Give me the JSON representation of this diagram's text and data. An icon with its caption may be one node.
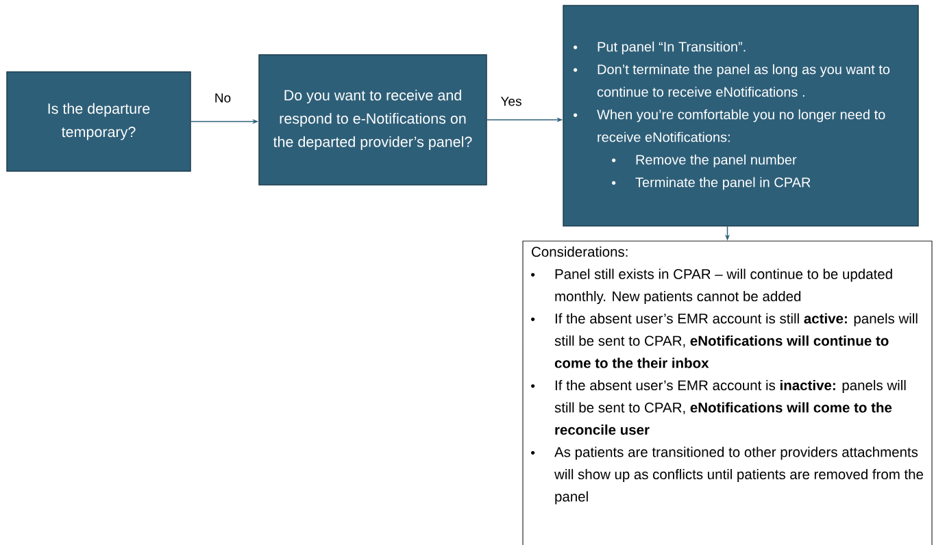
{
  "diagram": {
    "nodes": [
      {
        "text": [
          "Is the departure temporary?"
        ]
      },
      {
        "text": [
          "Do you want to receive and respond to e-Notifications on the departed provider’s panel?"
        ]
      },
      {
        "text": [
          "Put panel “In Transition”.",
          "Don’t terminate the panel as long as you want to continue to receive eNotifications .",
          "When you’re comfortable you no longer need to receive eNotifications:",
          "Remove the panel number",
          "Terminate the panel in CPAR"
        ]
      },
      {
        "text": [
          "Considerations:",
          "Panel still exists in CPAR – will continue to be updated monthly. New patients cannot be added",
          "If the absent user’s EMR account is still **active:** panels will still be sent to CPAR, **eNotifications will continue to come to the their inbox**",
          "If the absent user’s EMR account is **inactive:** panels will still be sent to CPAR, **eNotifications will come to the reconcile user**",
          "As patients are transitioned to other providers attachments will show up as conflicts until patients are removed from the panel"
        ]
      }
    ],
    "edges": [
      {
        "from": 0,
        "to": 1,
        "arrow": "to",
        "label": "No"
      },
      {
        "from": 1,
        "to": 2,
        "arrow": "to",
        "label": "Yes"
      },
      {
        "from": 2,
        "to": 3,
        "arrow": "to"
      }
    ]
  }
}
